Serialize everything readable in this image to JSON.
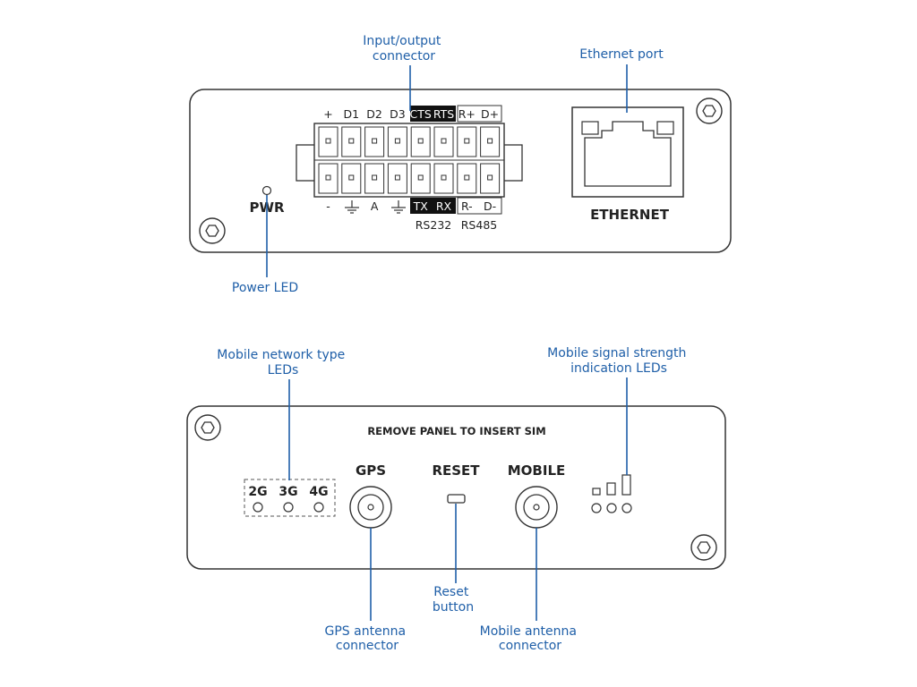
{
  "callouts": {
    "io_connector": [
      "Input/output",
      "connector"
    ],
    "ethernet_port": "Ethernet port",
    "power_led": "Power LED",
    "network_type_leds": [
      "Mobile network type",
      "LEDs"
    ],
    "signal_strength_leds": [
      "Mobile signal strength",
      "indication LEDs"
    ],
    "reset_button": [
      "Reset",
      "button"
    ],
    "gps_antenna": [
      "GPS  antenna",
      "connector"
    ],
    "mobile_antenna": [
      "Mobile antenna",
      "connector"
    ]
  },
  "front_panel": {
    "pwr_label": "PWR",
    "ethernet_label": "ETHERNET",
    "top_pins": [
      "+",
      "D1",
      "D2",
      "D3",
      "CTS",
      "RTS",
      "R+",
      "D+"
    ],
    "bottom_pins": [
      "-",
      "",
      "A",
      "",
      "TX",
      "RX",
      "R-",
      "D-"
    ],
    "rs232_label": "RS232",
    "rs485_label": "RS485"
  },
  "back_panel": {
    "sim_notice": "REMOVE PANEL TO INSERT SIM",
    "gps_label": "GPS",
    "reset_label": "RESET",
    "mobile_label": "MOBILE",
    "network_leds": [
      "2G",
      "3G",
      "4G"
    ]
  },
  "colors": {
    "callout": "#1f5fa8",
    "outline": "#333333",
    "text": "#222222"
  }
}
